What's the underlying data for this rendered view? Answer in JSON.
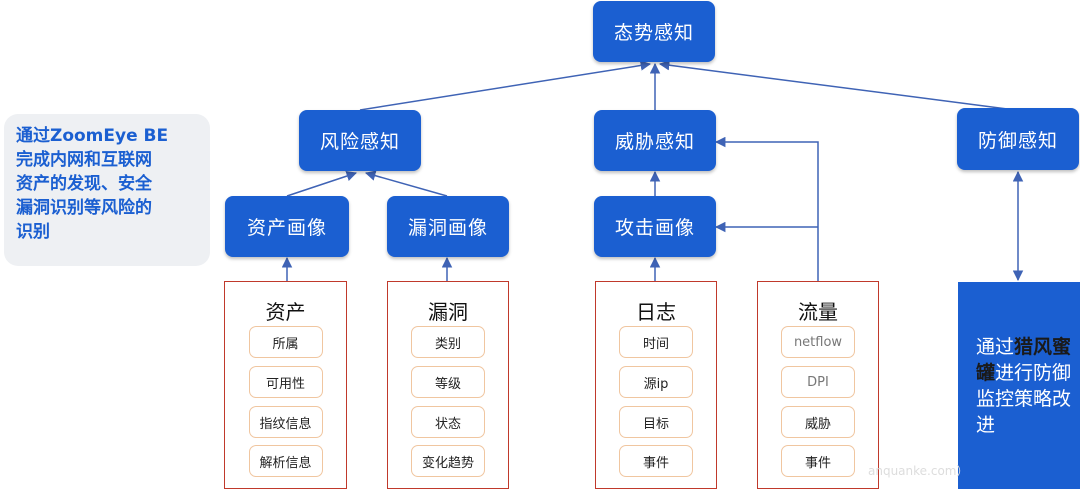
{
  "nodes": {
    "situation": "态势感知",
    "risk": "风险感知",
    "threat": "威胁感知",
    "defense": "防御感知",
    "asset_profile": "资产画像",
    "vuln_profile": "漏洞画像",
    "attack_profile": "攻击画像"
  },
  "panels": [
    {
      "title": "资产",
      "items": [
        "所属",
        "可用性",
        "指纹信息",
        "解析信息"
      ]
    },
    {
      "title": "漏洞",
      "items": [
        "类别",
        "等级",
        "状态",
        "变化趋势"
      ]
    },
    {
      "title": "日志",
      "items": [
        "时间",
        "源ip",
        "目标",
        "事件"
      ]
    },
    {
      "title": "流量",
      "items": [
        "netflow",
        "DPI",
        "威胁",
        "事件"
      ]
    }
  ],
  "note": {
    "line1": "通过ZoomEye BE",
    "line2": "完成内网和互联网",
    "line3": "资产的发现、安全",
    "line4": "漏洞识别等风险的",
    "line5": "识别"
  },
  "defense_note": {
    "part1": "通过",
    "highlight": "猎风蜜罐",
    "part2": "进行防御监控策略改进"
  },
  "watermark": "anquanke.com）",
  "colors": {
    "node_blue": "#1b5fd1",
    "panel_border": "#c0392b",
    "item_border": "#f0c6a0",
    "line": "#3f63b5",
    "note_bg": "#eef0f3"
  }
}
